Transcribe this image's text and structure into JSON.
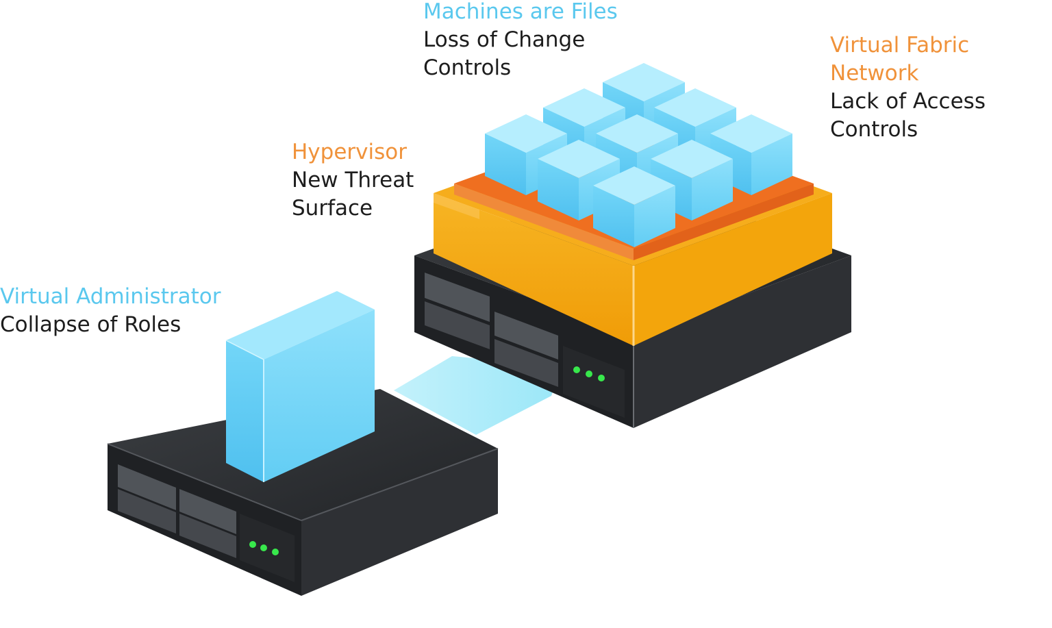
{
  "colors": {
    "accent_blue": "#5ac8ee",
    "accent_orange": "#f0923a",
    "body_text": "#1d1d1d",
    "server_body": "#2b2d30",
    "hypervisor": "#f5a60f",
    "fabric": "#ef6f20",
    "vm_cube": "#6dd1f5",
    "led": "#38e84c"
  },
  "labels": {
    "machines": {
      "heading": "Machines are Files",
      "line1": "Loss of Change",
      "line2": "Controls"
    },
    "fabric": {
      "heading_line1": "Virtual Fabric",
      "heading_line2": "Network",
      "line1": "Lack of Access",
      "line2": "Controls"
    },
    "hypervisor": {
      "heading": "Hypervisor",
      "line1": "New Threat",
      "line2": "Surface"
    },
    "admin": {
      "heading": "Virtual Administrator",
      "line1": "Collapse of Roles"
    }
  },
  "icons": [
    "server-icon",
    "hypervisor-layer",
    "vm-cube-icon",
    "status-led-icon"
  ]
}
